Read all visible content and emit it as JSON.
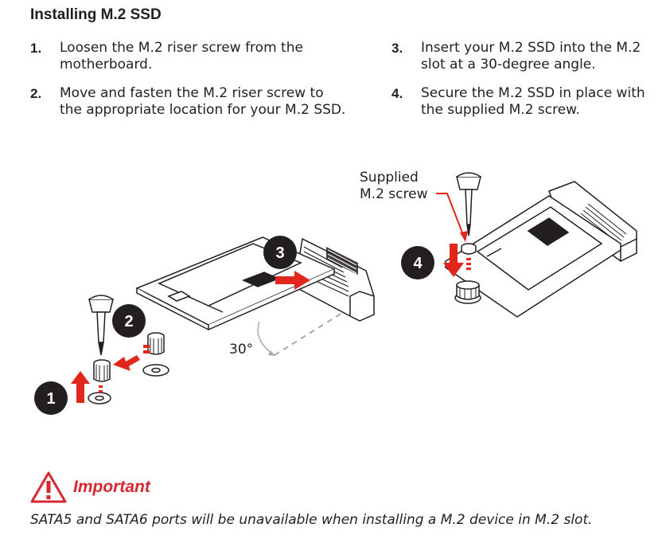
{
  "section": {
    "title": "Installing M.2 SSD"
  },
  "steps": [
    {
      "number": "1.",
      "text": "Loosen the M.2 riser screw from the motherboard."
    },
    {
      "number": "2.",
      "text": "Move and fasten the M.2 riser screw to the appropriate location for your M.2 SSD."
    },
    {
      "number": "3.",
      "text": "Insert your M.2 SSD into the M.2 slot at a 30-degree angle."
    },
    {
      "number": "4.",
      "text": "Secure the M.2 SSD in place with the supplied M.2 screw."
    }
  ],
  "figure": {
    "badges": [
      "1",
      "2",
      "3",
      "4"
    ],
    "angle_label": "30°",
    "screw_label_line1": "Supplied",
    "screw_label_line2": "M.2 screw",
    "colors": {
      "badge": "#231f20",
      "arrow": "#e1261c",
      "line": "#231f20",
      "dashed": "#a7a9ac"
    }
  },
  "important": {
    "label": "Important",
    "text": "SATA5 and SATA6 ports will be unavailable when installing a M.2 device in M.2 slot.",
    "icon": "warning-triangle-icon",
    "color": "#d7282f"
  }
}
